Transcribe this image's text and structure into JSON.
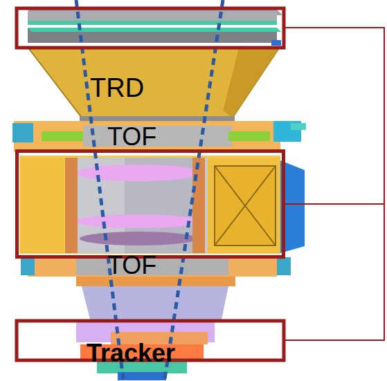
{
  "diagram": {
    "nodes": [
      {
        "text": [
          "Tracker"
        ]
      }
    ],
    "labels": [
      "TRD",
      "TOF",
      "TOF"
    ]
  }
}
